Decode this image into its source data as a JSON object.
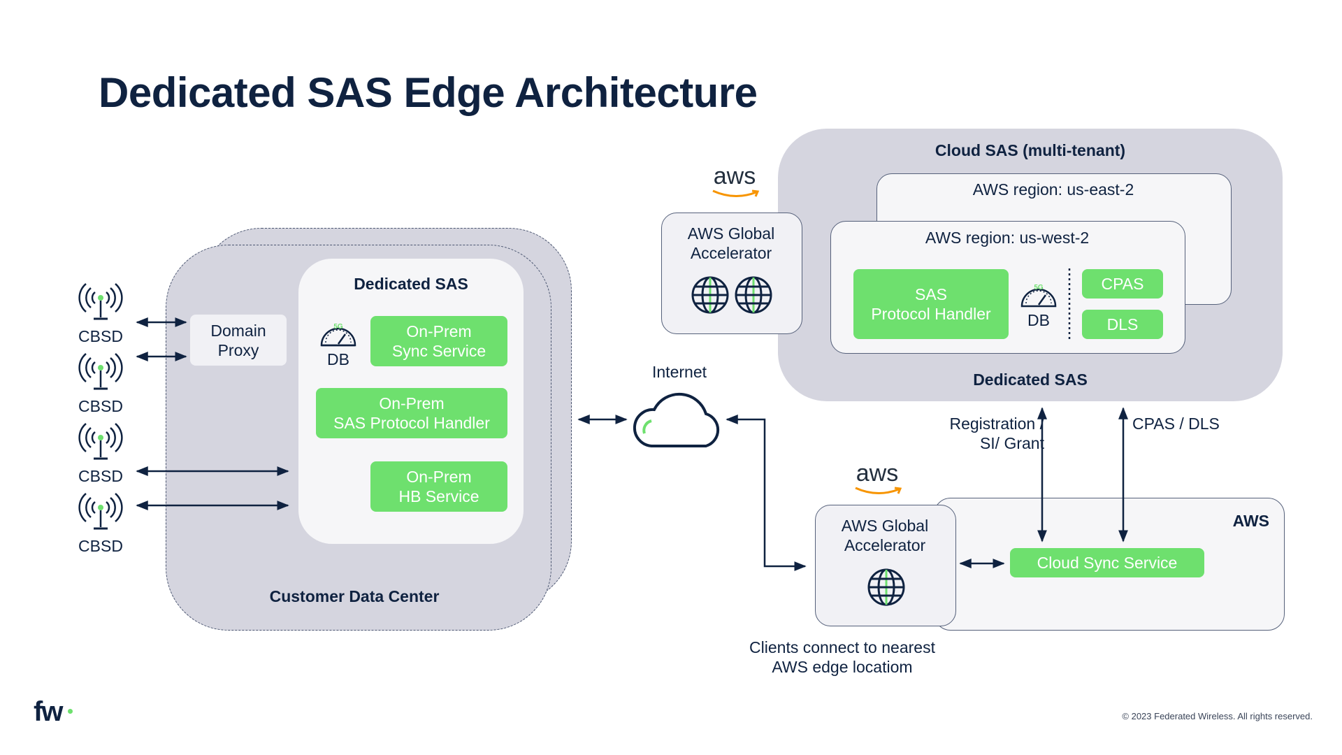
{
  "title": "Dedicated SAS Edge Architecture",
  "cbsd_label": "CBSD",
  "customer_dc": {
    "label": "Customer Data Center",
    "domain_proxy": "Domain\nProxy",
    "dedicated_sas": {
      "label": "Dedicated SAS",
      "db": "DB",
      "sync_service": "On-Prem\nSync Service",
      "protocol_handler": "On-Prem\nSAS Protocol Handler",
      "hb_service": "On-Prem\nHB Service"
    }
  },
  "internet_label": "Internet",
  "cloud_sas": {
    "label": "Cloud SAS (multi-tenant)",
    "region_east": "AWS region: us-east-2",
    "region_west": "AWS region: us-west-2",
    "protocol_handler": "SAS\nProtocol Handler",
    "db": "DB",
    "cpas": "CPAS",
    "dls": "DLS",
    "dedicated_label": "Dedicated SAS"
  },
  "aws_logo": "aws",
  "aws_global_accelerator": "AWS Global\nAccelerator",
  "registration_label": "Registration /\nSI/ Grant",
  "cpas_dls_label": "CPAS / DLS",
  "aws_box": {
    "label": "AWS",
    "cloud_sync": "Cloud Sync Service"
  },
  "clients_note": "Clients connect to nearest\nAWS edge locatiom",
  "footer": {
    "logo": "fw",
    "copyright": "© 2023 Federated Wireless. All rights reserved."
  },
  "colors": {
    "navy": "#0f2240",
    "green": "#6ee06e",
    "panel_grey": "#d5d5df",
    "aws_orange": "#f79400"
  }
}
